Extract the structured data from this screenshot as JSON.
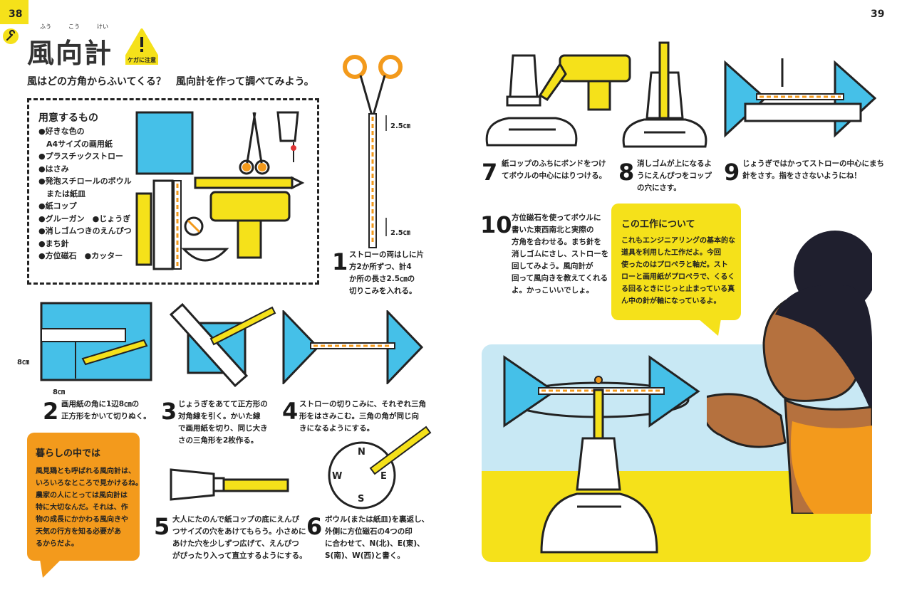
{
  "page_left": "38",
  "page_right": "39",
  "title": "風向計",
  "title_ruby": [
    "ふう",
    "こう",
    "けい"
  ],
  "warning_label": "ケガに注意",
  "lead": "風はどの方角からふいてくる？　風向計を作って調べてみよう。",
  "materials": {
    "heading": "用意するもの",
    "items": [
      "●好きな色の",
      "　A4サイズの画用紙",
      "●プラスチックストロー",
      "●はさみ",
      "●発泡スチロールのボウル",
      "　または紙皿",
      "●紙コップ",
      "●グルーガン　●じょうぎ",
      "●消しゴムつきのえんぴつ",
      "●まち針",
      "●方位磁石　●カッター"
    ]
  },
  "dims": {
    "straw_a": "2.5㎝",
    "straw_b": "2.5㎝",
    "paper_h": "8㎝",
    "paper_w": "8㎝"
  },
  "compass": {
    "n": "N",
    "s": "S",
    "e": "E",
    "w": "W"
  },
  "steps": [
    {
      "num": "1",
      "lines": [
        "ストローの両はしに片",
        "方2か所ずつ、計4",
        "か所の長さ2.5㎝の",
        "切りこみを入れる。"
      ]
    },
    {
      "num": "2",
      "lines": [
        "画用紙の角に1辺8㎝の",
        "正方形をかいて切りぬく。"
      ]
    },
    {
      "num": "3",
      "lines": [
        "じょうぎをあてて正方形の",
        "対角線を引く。かいた線",
        "で画用紙を切り、同じ大き",
        "さの三角形を2枚作る。"
      ]
    },
    {
      "num": "4",
      "lines": [
        "ストローの切りこみに、それぞれ三角",
        "形をはさみこむ。三角の角が同じ向",
        "きになるようにする。"
      ]
    },
    {
      "num": "5",
      "lines": [
        "大人にたのんで紙コップの底にえんぴ",
        "つサイズの穴をあけてもらう。小さめに",
        "あけた穴を少しずつ広げて、えんぴつ",
        "がぴったり入って直立するようにする。"
      ]
    },
    {
      "num": "6",
      "lines": [
        "ボウル(または紙皿)を裏返し、",
        "外側に方位磁石の4つの印",
        "に合わせて、N(北)、E(東)、",
        "S(南)、W(西)と書く。"
      ]
    },
    {
      "num": "7",
      "lines": [
        "紙コップのふちにボンドをつけ",
        "てボウルの中心にはりつける。"
      ]
    },
    {
      "num": "8",
      "lines": [
        "消しゴムが上になるよ",
        "うにえんぴつをコップ",
        "の穴にさす。"
      ]
    },
    {
      "num": "9",
      "lines": [
        "じょうぎではかってストローの中心にまち",
        "針をさす。指をささないようにね！"
      ]
    },
    {
      "num": "10",
      "lines": [
        "方位磁石を使ってボウルに",
        "書いた東西南北と実際の",
        "方角を合わせる。まち針を",
        "消しゴムにさし、ストローを",
        "回してみよう。風向計が",
        "回って風向きを教えてくれる",
        "よ。かっこいいでしょ。"
      ]
    }
  ],
  "life_box": {
    "heading": "暮らしの中では",
    "lines": [
      "風見鶏とも呼ばれる風向計は、",
      "いろいろなところで見かけるね。",
      "農家の人にとっては風向計は",
      "特に大切なんだ。それは、作",
      "物の成長にかかわる風向きや",
      "天気の行方を知る必要があ",
      "るからだよ。"
    ]
  },
  "about_box": {
    "heading": "この工作について",
    "lines": [
      "これもエンジニアリングの基本的な",
      "道具を利用した工作だよ。今回",
      "使ったのはプロペラと軸だ。スト",
      "ローと画用紙がプロペラで、くるく",
      "る回るときにじっと止まっている真",
      "ん中の針が軸になっているよ。"
    ]
  },
  "colors": {
    "accent_yellow": "#f5e11a",
    "accent_orange": "#f39a1c",
    "sky_blue": "#45c0e8",
    "light_blue": "#c8e8f4"
  }
}
